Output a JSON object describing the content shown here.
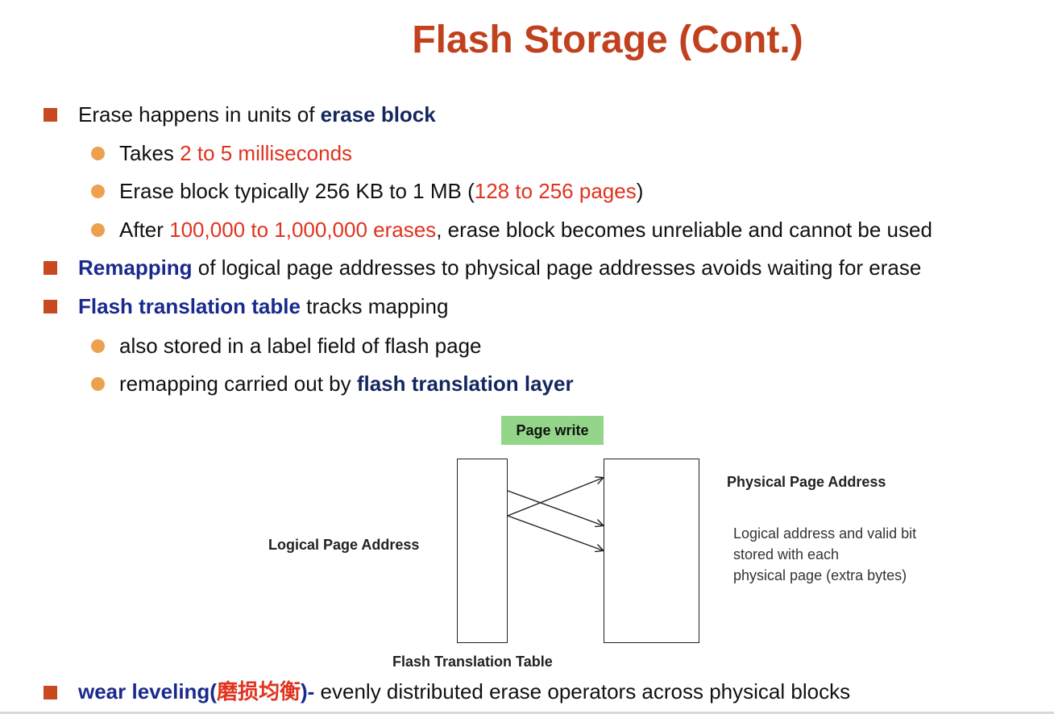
{
  "title": "Flash Storage (Cont.)",
  "bullets": {
    "b1": {
      "pre": "Erase happens in units of ",
      "em": "erase block"
    },
    "b1_1": {
      "pre": "Takes ",
      "red": "2 to 5 milliseconds"
    },
    "b1_2": {
      "pre": "Erase block typically 256 KB to 1 MB (",
      "red": "128 to 256 pages",
      "post": ")"
    },
    "b1_3": {
      "pre": "After ",
      "red": "100,000 to 1,000,000 erases",
      "post": ", erase block becomes unreliable and cannot be used"
    },
    "b2": {
      "em": "Remapping",
      "post": " of logical page addresses to physical page addresses avoids waiting for erase"
    },
    "b3": {
      "em": "Flash translation table",
      "post": " tracks mapping"
    },
    "b3_1": {
      "text": "also stored in a label field of flash page"
    },
    "b3_2": {
      "pre": "remapping carried out by ",
      "em": "flash translation layer"
    },
    "b4": {
      "em1": "wear leveling(",
      "cjk": "磨损均衡",
      "em2": ")-",
      "post": " evenly distributed erase operators across physical blocks"
    }
  },
  "diagram": {
    "page_write": "Page write",
    "logical_label": "Logical Page Address",
    "physical_label": "Physical Page Address",
    "table_label": "Flash Translation Table",
    "note": [
      "Logical address and valid bit",
      "stored with each",
      "physical page (extra bytes)"
    ]
  },
  "colors": {
    "title": "#c1401d",
    "square_bullet": "#c8491f",
    "round_bullet": "#eda04e",
    "highlight_red": "#e0331f",
    "keyword_blue": "#1a2a8c",
    "page_write_bg": "#93d689"
  }
}
